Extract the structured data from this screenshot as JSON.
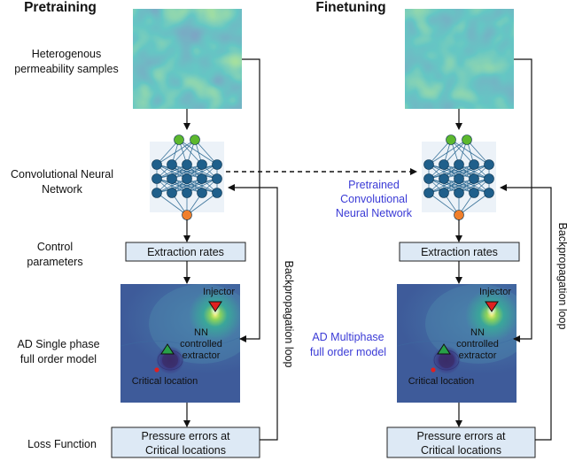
{
  "headings": {
    "pretraining": "Pretraining",
    "finetuning": "Finetuning"
  },
  "left_labels": {
    "permeability": [
      "Heterogenous",
      "permeability samples"
    ],
    "cnn": [
      "Convolutional Neural",
      "Network"
    ],
    "control": [
      "Control",
      "parameters"
    ],
    "model": [
      "AD Single phase",
      "full order model"
    ],
    "loss": "Loss Function"
  },
  "right_labels": {
    "pretrained_cnn": [
      "Pretrained",
      "Convolutional",
      "Neural Network"
    ],
    "model": [
      "AD Multiphase",
      "full order model"
    ]
  },
  "boxes": {
    "extraction_rates": "Extraction rates",
    "pressure_errors": [
      "Pressure errors at",
      "Critical locations"
    ]
  },
  "field": {
    "injector": "Injector",
    "extractor": [
      "NN",
      "controlled",
      "extractor"
    ],
    "critical": "Critical location"
  },
  "loop_label": "Backpropagation loop",
  "colors": {
    "heading": "#111111",
    "accent_blue": "#3b3bd6",
    "box_fill": "#dde9f5",
    "box_stroke": "#222222",
    "nn_node": "#1f5f8b",
    "nn_input": "#5cb82e",
    "nn_output": "#f07f2b",
    "field_bg": "#3e5b9a",
    "injector": "#e02020",
    "extractor": "#28a048",
    "critical_point": "#e02020"
  }
}
